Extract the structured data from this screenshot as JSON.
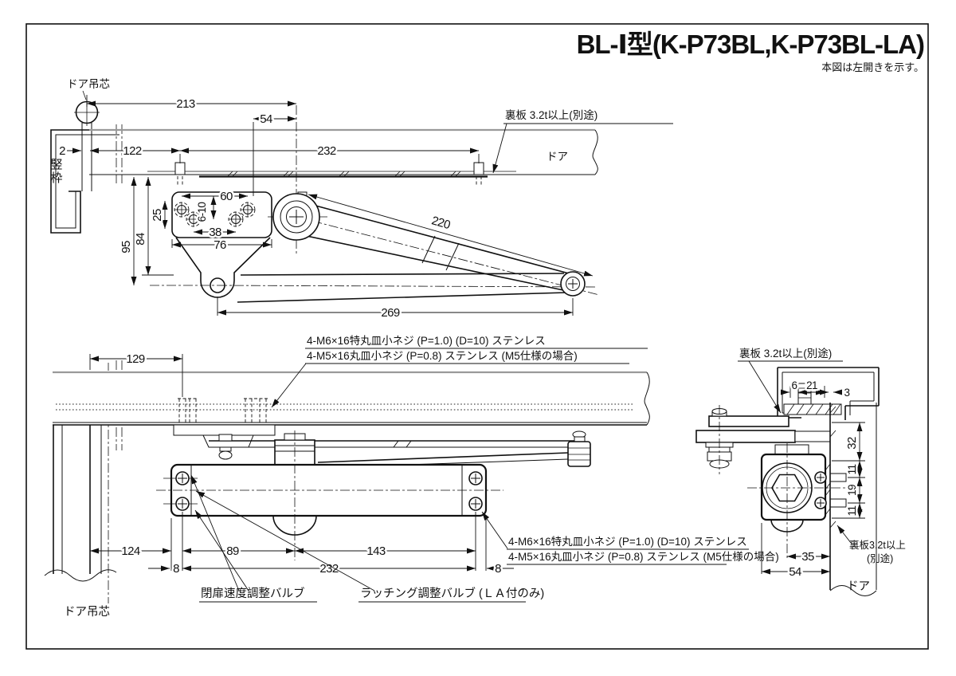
{
  "title": "BL-Ⅰ型(K-P73BL,K-P73BL-LA)",
  "subtitle": "本図は左開きを示す。",
  "labels": {
    "door_pivot": "ドア吊芯",
    "vertical_frame": "竪枠",
    "door": "ドア",
    "backplate_note": "裏板 3.2t以上(別途)",
    "backplate_side1": "裏板3.2t以上",
    "backplate_side2": "(別途)",
    "screw_note_m6": "4-M6×16特丸皿小ネジ (P=1.0) (D=10) ステンレス",
    "screw_note_m5": "4-M5×16丸皿小ネジ (P=0.8) ステンレス (M5仕様の場合)",
    "speed_valve": "閉扉速度調整バルブ",
    "latching_valve": "ラッチング調整バルブ (ＬＡ付のみ)"
  },
  "dims": {
    "top": {
      "d213": "213",
      "d54": "54",
      "d2": "2",
      "d122": "122",
      "d232": "232",
      "d60": "60",
      "d610": "6-10",
      "d25": "25",
      "d38": "38",
      "d76": "76",
      "d95": "95",
      "d84": "84",
      "d220": "220",
      "d269": "269"
    },
    "bottom": {
      "d129": "129",
      "d124": "124",
      "d8a": "8",
      "d89": "89",
      "d143": "143",
      "d232": "232",
      "d8b": "8"
    },
    "side": {
      "d6": "6",
      "d21": "21",
      "d3": "3",
      "d32": "32",
      "d11a": "11",
      "d19": "19",
      "d11b": "11",
      "d35": "35",
      "d54": "54"
    }
  }
}
